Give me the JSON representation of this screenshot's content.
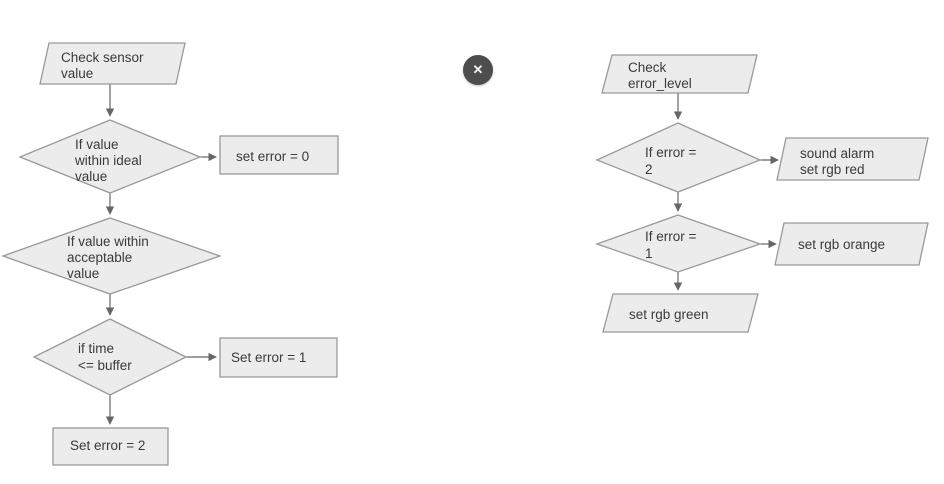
{
  "colors": {
    "background": "#ffffff",
    "shape_fill": "#ececec",
    "shape_stroke": "#999999",
    "connector": "#666666",
    "text": "#3a3a3a",
    "close_bg": "#4d4d4d",
    "close_fg": "#f2f2f2"
  },
  "close_button": {
    "icon": "✕"
  },
  "left_chart": {
    "nodes": [
      {
        "id": "check-sensor-value",
        "shape": "parallelogram",
        "lines": [
          "Check sensor",
          "value"
        ]
      },
      {
        "id": "if-value-within-ideal",
        "shape": "diamond",
        "lines": [
          "If value",
          "within ideal",
          "value"
        ]
      },
      {
        "id": "set-error-0",
        "shape": "rect",
        "lines": [
          "set error = 0"
        ]
      },
      {
        "id": "if-value-within-acceptable",
        "shape": "diamond",
        "lines": [
          "If value within",
          "acceptable",
          "value"
        ]
      },
      {
        "id": "if-time-le-buffer",
        "shape": "diamond",
        "lines": [
          "if time",
          "<= buffer"
        ]
      },
      {
        "id": "set-error-1",
        "shape": "rect",
        "lines": [
          "Set error = 1"
        ]
      },
      {
        "id": "set-error-2",
        "shape": "rect",
        "lines": [
          "Set error = 2"
        ]
      }
    ]
  },
  "right_chart": {
    "nodes": [
      {
        "id": "check-error-level",
        "shape": "parallelogram",
        "lines": [
          "Check",
          "error_level"
        ]
      },
      {
        "id": "if-error-2",
        "shape": "diamond",
        "lines": [
          "If error =",
          "2"
        ]
      },
      {
        "id": "sound-alarm-set-rgb-red",
        "shape": "parallelogram",
        "lines": [
          "sound alarm",
          "set rgb red"
        ]
      },
      {
        "id": "if-error-1",
        "shape": "diamond",
        "lines": [
          "If error =",
          "1"
        ]
      },
      {
        "id": "set-rgb-orange",
        "shape": "parallelogram",
        "lines": [
          "set rgb orange"
        ]
      },
      {
        "id": "set-rgb-green",
        "shape": "parallelogram",
        "lines": [
          "set rgb green"
        ]
      }
    ]
  }
}
